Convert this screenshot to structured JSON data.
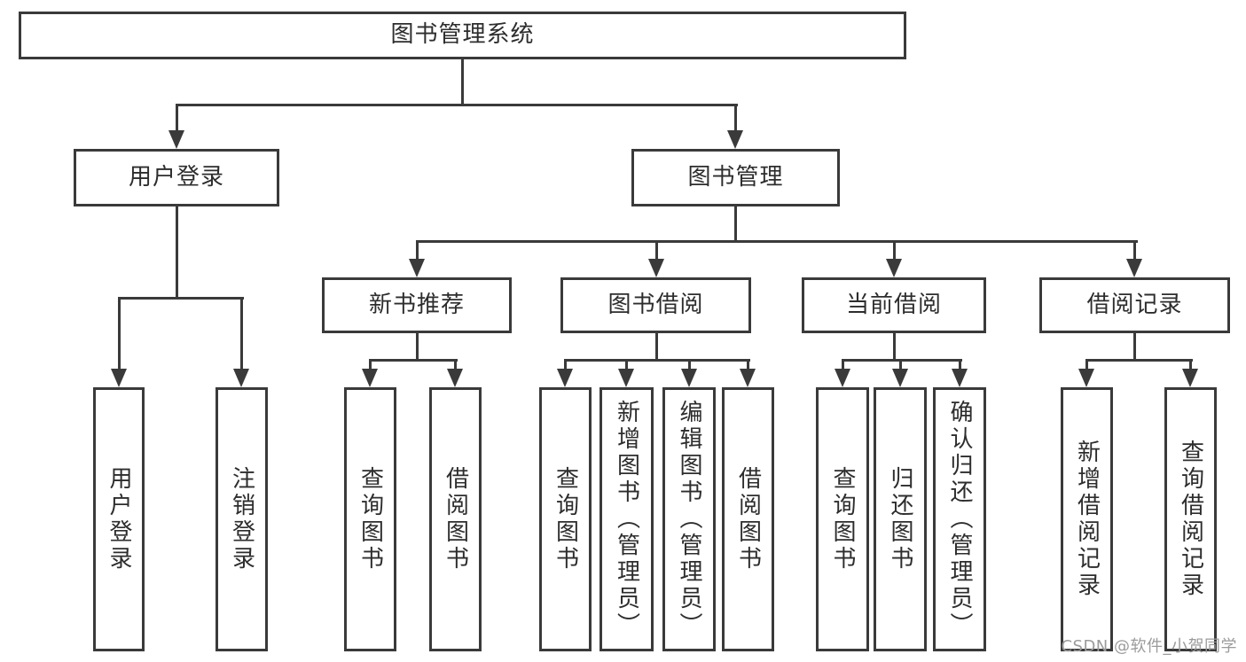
{
  "nodes": {
    "root": "图书管理系统",
    "level2": [
      "用户登录",
      "图书管理"
    ],
    "level3": [
      "新书推荐",
      "图书借阅",
      "当前借阅",
      "借阅记录"
    ],
    "leaves": [
      "用户登录",
      "注销登录",
      "查询图书",
      "借阅图书",
      "查询图书",
      "新增图书（管理员）",
      "编辑图书（管理员）",
      "借阅图书",
      "查询图书",
      "归还图书",
      "确认归还（管理员）",
      "新增借阅记录",
      "查询借阅记录"
    ]
  },
  "watermark": "CSDN @软件_小贺同学",
  "colors": {
    "background": "#ffffff",
    "line": "#3a3a3a",
    "box_border": "#3a3a3a",
    "text": "#2d2d2d",
    "watermark": "#9b9b9b"
  }
}
